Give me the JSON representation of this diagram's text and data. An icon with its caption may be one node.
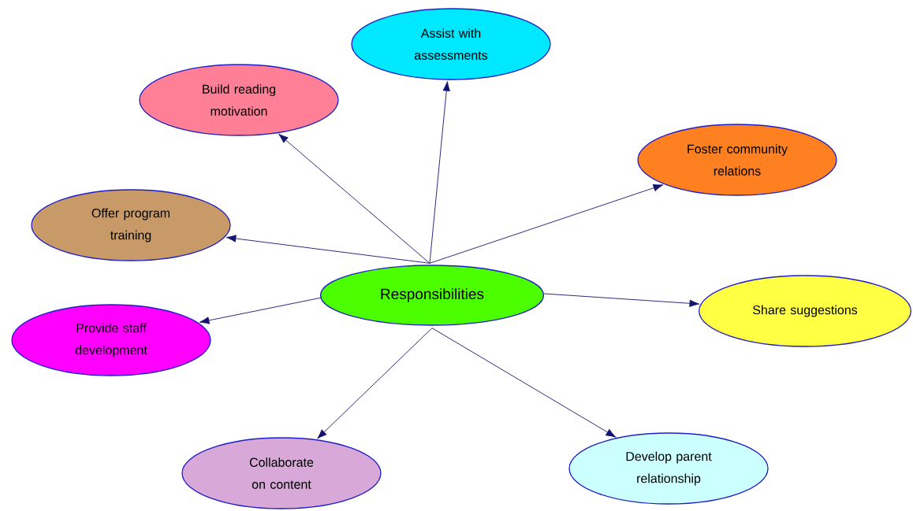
{
  "diagram": {
    "nodes": [
      {
        "text": [
          "Responsibilities"
        ]
      },
      {
        "text": [
          "Assist with assessments"
        ]
      },
      {
        "text": [
          "Build reading motivation"
        ]
      },
      {
        "text": [
          "Foster community relations"
        ]
      },
      {
        "text": [
          "Offer program training"
        ]
      },
      {
        "text": [
          "Share suggestions"
        ]
      },
      {
        "text": [
          "Provide staff development"
        ]
      },
      {
        "text": [
          "Collaborate on content"
        ]
      },
      {
        "text": [
          "Develop parent relationship"
        ]
      }
    ],
    "edges": [
      {
        "from": 0,
        "to": 1,
        "arrow": "to"
      },
      {
        "from": 0,
        "to": 2,
        "arrow": "to"
      },
      {
        "from": 0,
        "to": 3,
        "arrow": "to"
      },
      {
        "from": 0,
        "to": 4,
        "arrow": "to"
      },
      {
        "from": 0,
        "to": 5,
        "arrow": "to"
      },
      {
        "from": 0,
        "to": 6,
        "arrow": "to"
      },
      {
        "from": 0,
        "to": 7,
        "arrow": "to"
      },
      {
        "from": 0,
        "to": 8,
        "arrow": "to"
      }
    ]
  }
}
